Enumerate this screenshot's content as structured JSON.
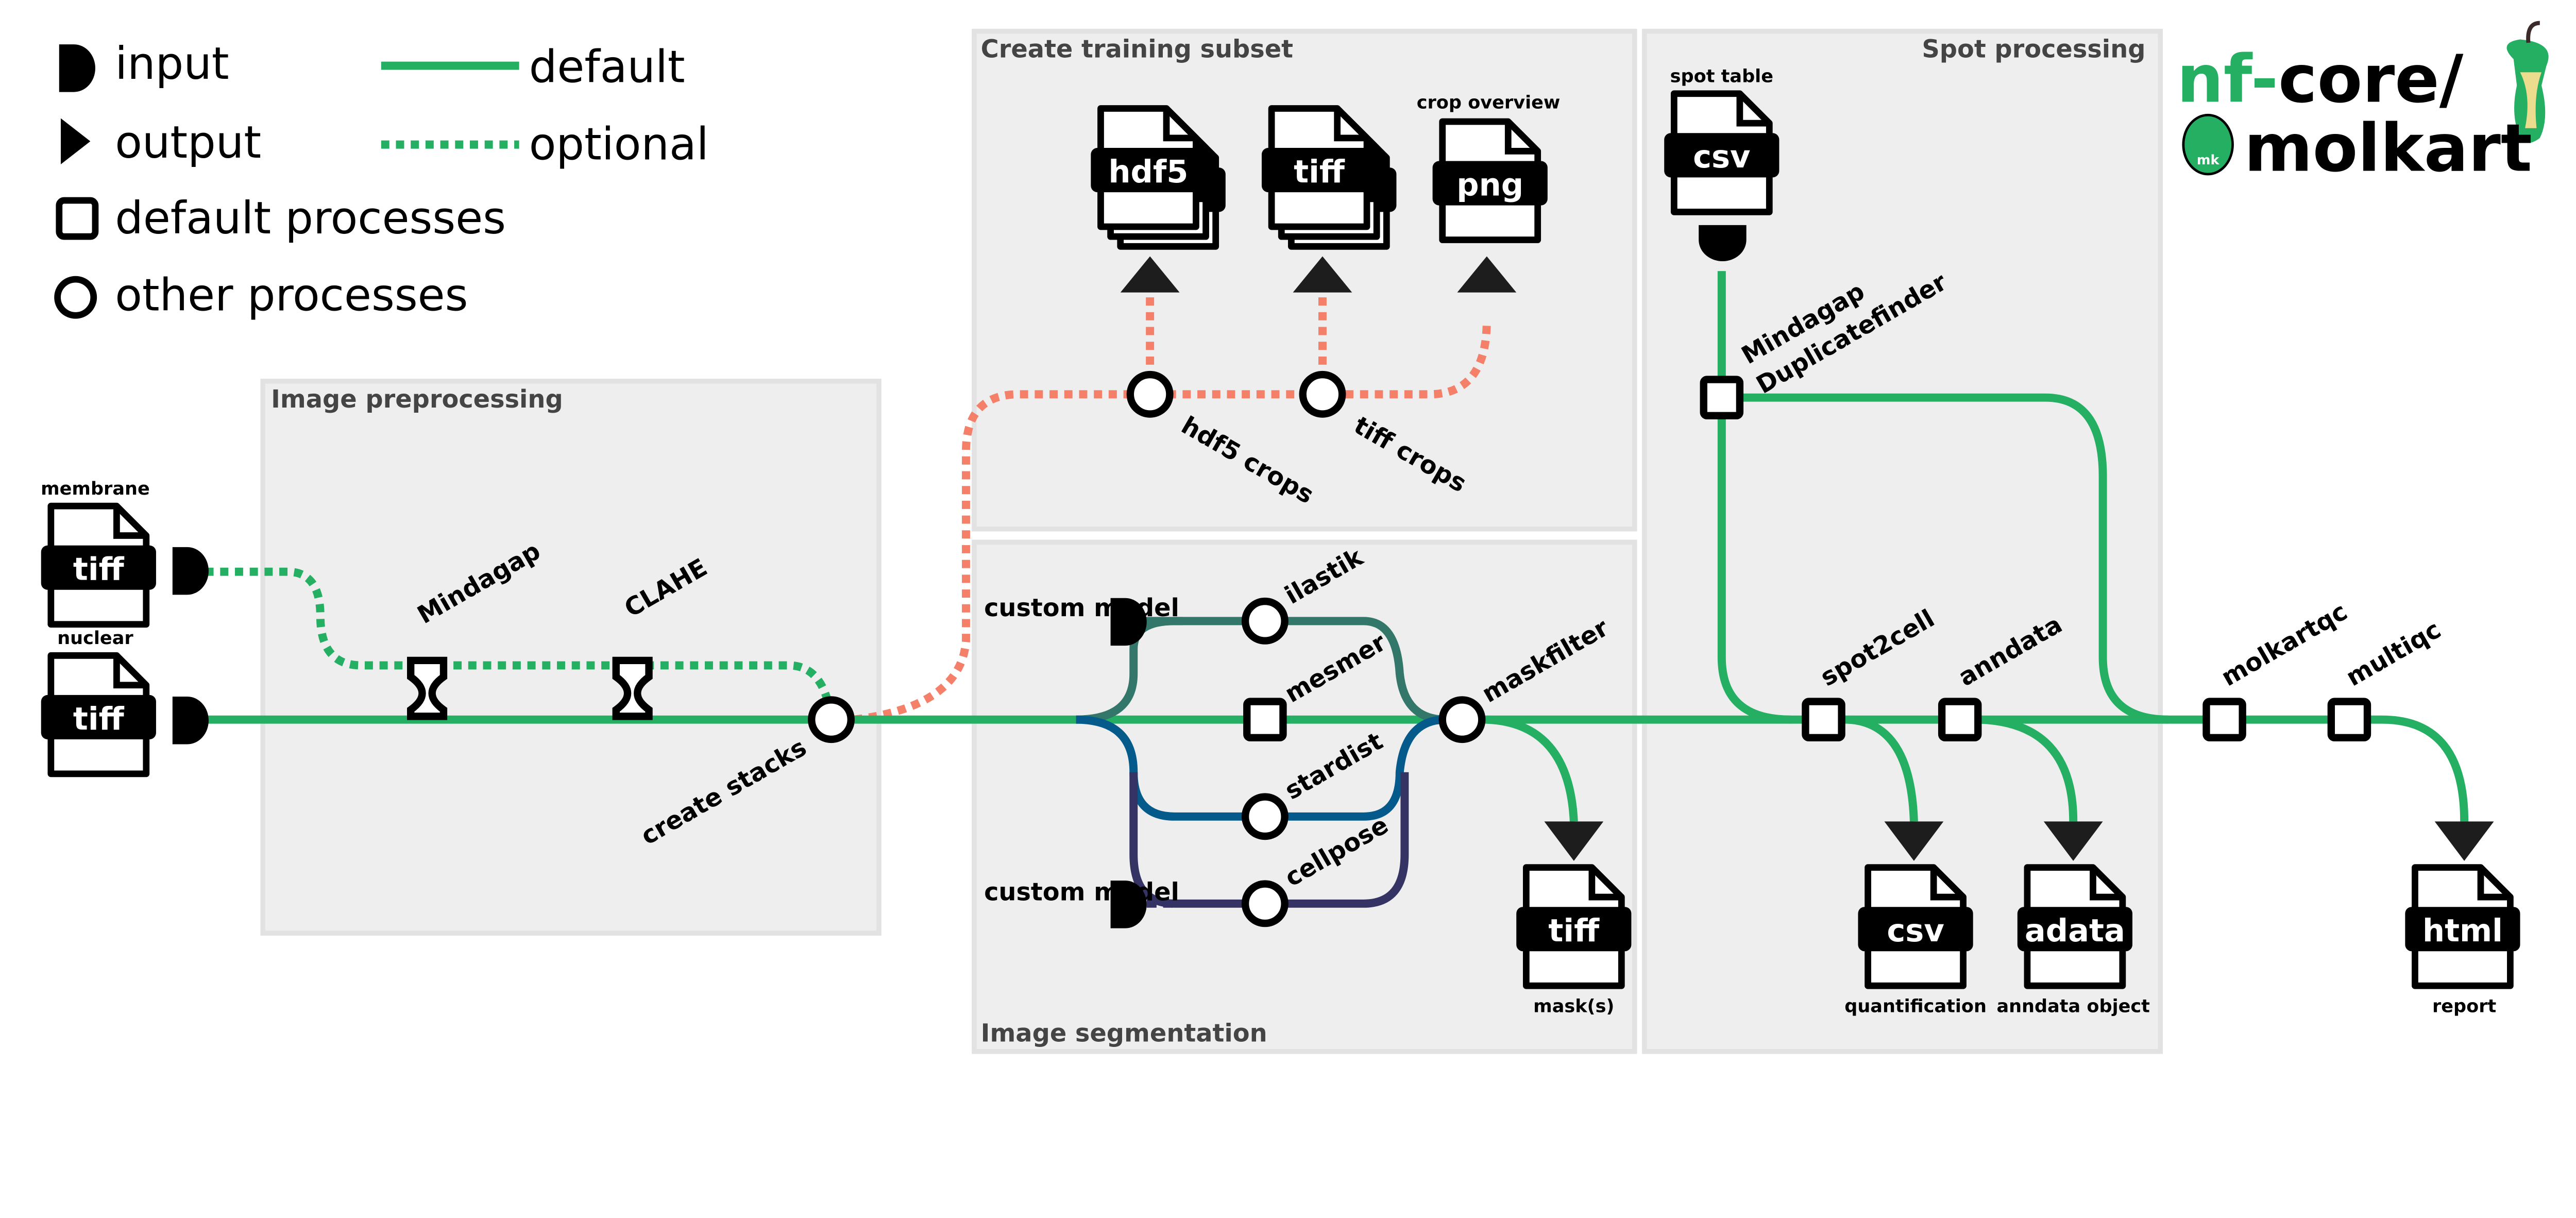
{
  "legend": {
    "input": "input",
    "output": "output",
    "default_processes": "default processes",
    "other_processes": "other processes",
    "default": "default",
    "optional": "optional"
  },
  "sections": {
    "preprocessing": "Image preprocessing",
    "training": "Create training subset",
    "segmentation": "Image segmentation",
    "spot": "Spot processing"
  },
  "inputs": {
    "membrane": "membrane",
    "nuclear": "nuclear",
    "spot_table": "spot table",
    "custom_model_1": "custom model",
    "custom_model_2": "custom model"
  },
  "processes": {
    "mindagap": "Mindagap",
    "clahe": "CLAHE",
    "create_stacks": "create stacks",
    "hdf5_crops": "hdf5 crops",
    "tiff_crops": "tiff crops",
    "ilastik": "ilastik",
    "mesmer": "mesmer",
    "stardist": "stardist",
    "cellpose": "cellpose",
    "maskfilter": "maskfilter",
    "duplicatefinder_1": "Mindagap",
    "duplicatefinder_2": "Duplicatefinder",
    "spot2cell": "spot2cell",
    "anndata": "anndata",
    "molkartqc": "molkartqc",
    "multiqc": "multiqc"
  },
  "files": {
    "membrane": "tiff",
    "nuclear": "tiff",
    "hdf5": "hdf5",
    "tiff_crops": "tiff",
    "png": "png",
    "crop_overview": "crop overview",
    "spot_csv": "csv",
    "mask": "tiff",
    "mask_caption": "mask(s)",
    "quant": "csv",
    "quant_caption": "quantification",
    "adata": "adata",
    "adata_caption": "anndata object",
    "html": "html",
    "html_caption": "report"
  },
  "logo": {
    "prefix": "nf-",
    "core": "core/",
    "name": "molkart",
    "badge": "mk"
  },
  "colors": {
    "default": "#24af63",
    "optional_training": "#f4806a",
    "ilastik": "#33766a",
    "stardist": "#055a8c",
    "cellpose": "#343364"
  }
}
